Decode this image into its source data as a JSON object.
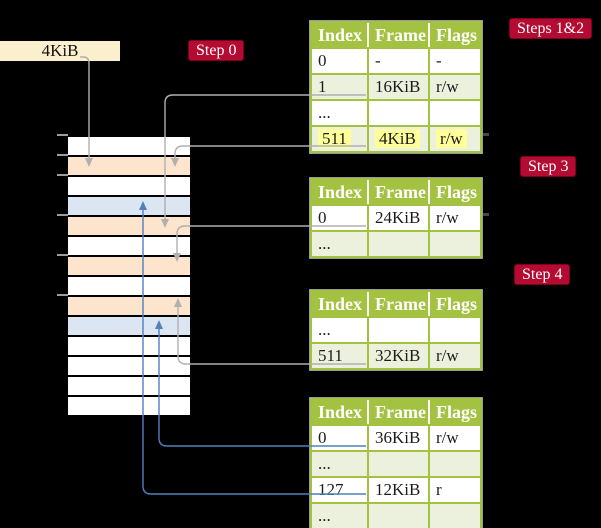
{
  "size_label": "4KiB",
  "badges": {
    "step0": "Step 0",
    "steps12": "Steps 1&2",
    "step3": "Step 3",
    "step4": "Step 4"
  },
  "tables": [
    {
      "name": "page-table-steps-1-2",
      "headers": [
        "Index",
        "Frame",
        "Flags"
      ],
      "rows": [
        {
          "cells": [
            "0",
            "-",
            "-"
          ],
          "shade": false,
          "highlight": false
        },
        {
          "cells": [
            "1",
            "16KiB",
            "r/w"
          ],
          "shade": true,
          "highlight": false
        },
        {
          "cells": [
            "...",
            "",
            ""
          ],
          "shade": false,
          "highlight": false
        },
        {
          "cells": [
            "511",
            "4KiB",
            "r/w"
          ],
          "shade": true,
          "highlight": true
        }
      ]
    },
    {
      "name": "page-table-step-3",
      "headers": [
        "Index",
        "Frame",
        "Flags"
      ],
      "rows": [
        {
          "cells": [
            "0",
            "24KiB",
            "r/w"
          ],
          "shade": false,
          "highlight": false
        },
        {
          "cells": [
            "...",
            "",
            ""
          ],
          "shade": true,
          "highlight": false
        }
      ]
    },
    {
      "name": "page-table-step-4",
      "headers": [
        "Index",
        "Frame",
        "Flags"
      ],
      "rows": [
        {
          "cells": [
            "...",
            "",
            ""
          ],
          "shade": false,
          "highlight": false
        },
        {
          "cells": [
            "511",
            "32KiB",
            "r/w"
          ],
          "shade": true,
          "highlight": false
        }
      ]
    },
    {
      "name": "page-table-final",
      "headers": [
        "Index",
        "Frame",
        "Flags"
      ],
      "rows": [
        {
          "cells": [
            "0",
            "36KiB",
            "r/w"
          ],
          "shade": false,
          "highlight": false
        },
        {
          "cells": [
            "...",
            "",
            ""
          ],
          "shade": true,
          "highlight": false
        },
        {
          "cells": [
            "127",
            "12KiB",
            "r"
          ],
          "shade": false,
          "highlight": false
        },
        {
          "cells": [
            "...",
            "",
            ""
          ],
          "shade": true,
          "highlight": false
        }
      ]
    }
  ],
  "memory_column": {
    "rows": [
      {
        "color": "white"
      },
      {
        "color": "peach"
      },
      {
        "color": "white"
      },
      {
        "color": "blue"
      },
      {
        "color": "peach"
      },
      {
        "color": "white"
      },
      {
        "color": "peach"
      },
      {
        "color": "white"
      },
      {
        "color": "peach"
      },
      {
        "color": "blue"
      },
      {
        "color": "white"
      },
      {
        "color": "white"
      },
      {
        "color": "white"
      },
      {
        "color": "white"
      }
    ]
  },
  "links": [
    {
      "source": "size-label-4KiB",
      "target": "memory-frame-2",
      "color": "gray"
    },
    {
      "source": "table1-row-1-16KiB",
      "target": "memory-frame-5",
      "color": "gray"
    },
    {
      "source": "table1-row-511-4KiB",
      "target": "memory-frame-2",
      "color": "gray"
    },
    {
      "source": "table2-row-0-24KiB",
      "target": "memory-frame-7",
      "color": "gray"
    },
    {
      "source": "table3-row-511-32KiB",
      "target": "memory-frame-9",
      "color": "gray"
    },
    {
      "source": "table4-row-0-36KiB",
      "target": "memory-frame-10",
      "color": "blue"
    },
    {
      "source": "table4-row-127-12KiB",
      "target": "memory-frame-4",
      "color": "blue"
    }
  ],
  "colors": {
    "background": "#000000",
    "badge": "#b30b31",
    "table_header_green": "#a4c241",
    "table_shade_green": "#ebf1dc",
    "highlight_yellow": "#ffff99",
    "frame_peach": "#fce4cd",
    "frame_blue": "#dbe6f2",
    "line_gray": "#b0b0b0",
    "line_blue": "#4f81bd",
    "label_cream": "#fbf0cd"
  }
}
